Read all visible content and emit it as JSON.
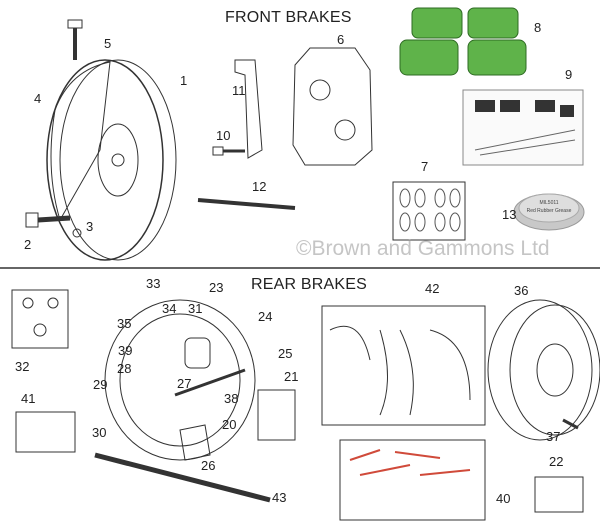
{
  "sections": {
    "front_title": "FRONT BRAKES",
    "rear_title": "REAR BRAKES"
  },
  "watermark": "©Brown and Gammons Ltd",
  "grease_tin": {
    "code": "MIL5011",
    "label": "Red Rubber Grease"
  },
  "callouts": [
    "1",
    "2",
    "3",
    "4",
    "5",
    "6",
    "7",
    "8",
    "9",
    "10",
    "11",
    "12",
    "13",
    "20",
    "21",
    "22",
    "23",
    "24",
    "25",
    "26",
    "27",
    "28",
    "29",
    "30",
    "31",
    "32",
    "33",
    "34",
    "35",
    "36",
    "37",
    "38",
    "39",
    "40",
    "41",
    "42",
    "43"
  ],
  "colors": {
    "pad_green": "#5fb34a",
    "line": "#333333",
    "divider": "#666666"
  }
}
